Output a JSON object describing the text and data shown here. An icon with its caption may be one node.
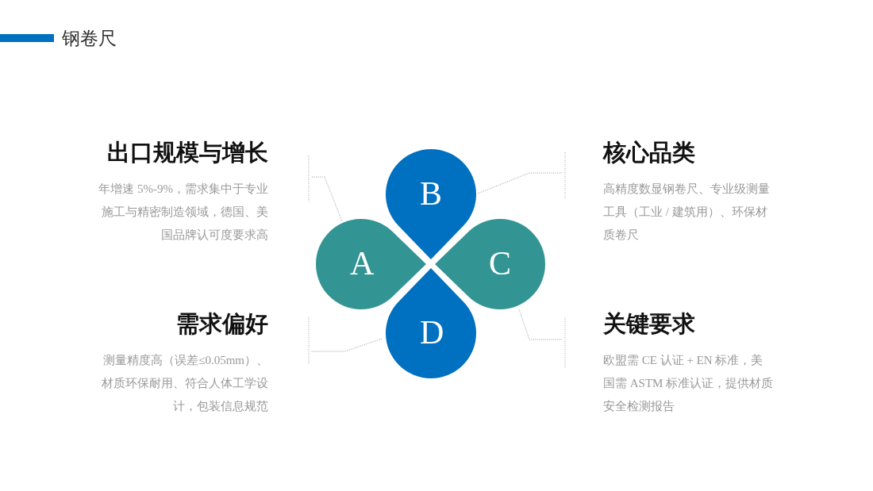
{
  "diagram": {
    "title": "钢卷尺",
    "nodes": [
      {
        "text": [
          "出口规模与增长",
          "年增速 5%-9%，需求集中于专业施工与精密制造领域，德国、美国品牌认可度要求高"
        ]
      },
      {
        "text": [
          "核心品类",
          "高精度数显钢卷尺、专业级测量工具（工业 / 建筑用）、环保材质卷尺"
        ]
      },
      {
        "text": [
          "B"
        ]
      },
      {
        "text": [
          "A"
        ]
      },
      {
        "text": [
          "C"
        ]
      },
      {
        "text": [
          "D"
        ]
      },
      {
        "text": [
          "需求偏好",
          "测量精度高（误差≤0.05mm）、材质环保耐用、符合人体工学设计，包装信息规范"
        ]
      },
      {
        "text": [
          "关键要求",
          "欧盟需 CE 认证 + EN 标准，美国需 ASTM 标准认证，提供材质安全检测报告"
        ]
      }
    ],
    "edges": [
      {
        "from": 3,
        "to": 0,
        "arrow": "none",
        "style": "dashed"
      },
      {
        "from": 2,
        "to": 1,
        "arrow": "none",
        "style": "dashed"
      },
      {
        "from": 5,
        "to": 6,
        "arrow": "none",
        "style": "dashed"
      },
      {
        "from": 4,
        "to": 7,
        "arrow": "none",
        "style": "dashed"
      }
    ]
  }
}
